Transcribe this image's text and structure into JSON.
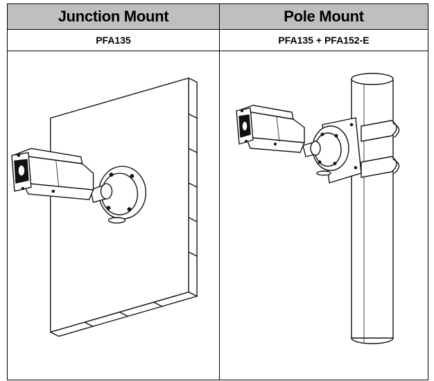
{
  "table": {
    "columns": [
      {
        "header": "Junction Mount",
        "model": "PFA135",
        "illustration": "bullet-camera-on-wall-junction-box"
      },
      {
        "header": "Pole Mount",
        "model": "PFA135 + PFA152-E",
        "illustration": "bullet-camera-on-pole-with-clamp"
      }
    ],
    "header_bg": "#bfbfbf"
  }
}
